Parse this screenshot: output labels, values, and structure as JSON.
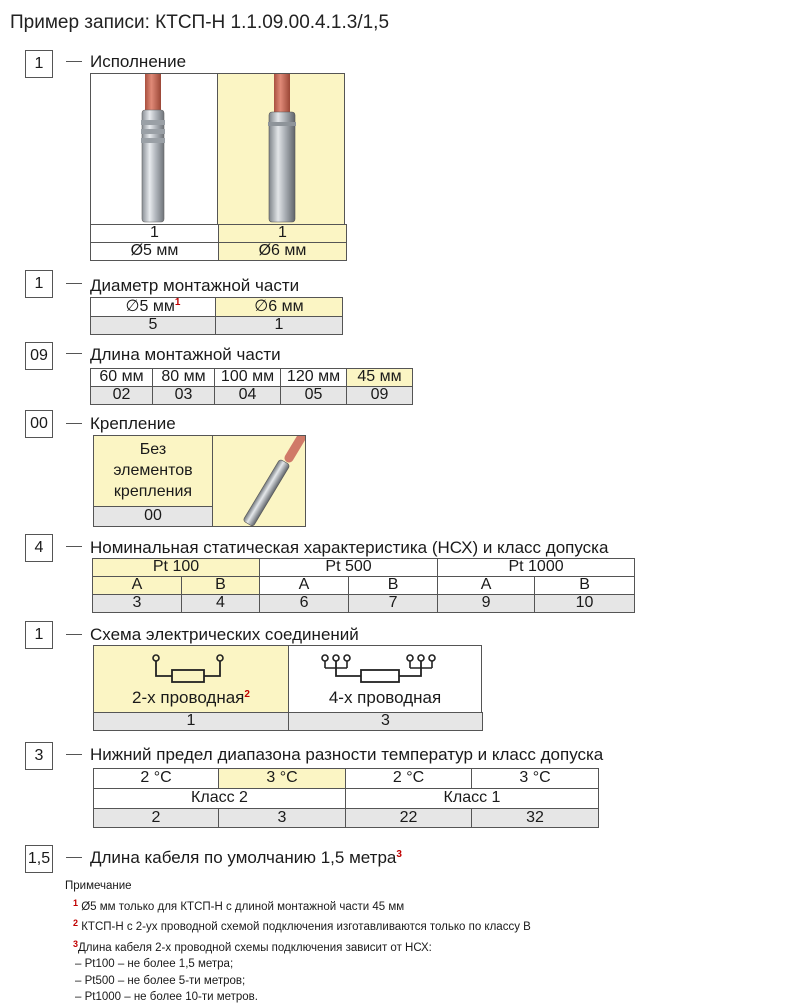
{
  "title": "Пример записи: КТСП-Н 1.1.09.00.4.1.3/1,5",
  "sections": {
    "ispolnenie": {
      "code": "1",
      "label": "Исполнение",
      "options": [
        {
          "code": "1",
          "name": "Ø5 мм"
        },
        {
          "code": "1",
          "name": "Ø6 мм"
        }
      ]
    },
    "diameter": {
      "code": "1",
      "label": "Диаметр монтажной части",
      "options": [
        {
          "name": "∅5 мм",
          "footnote": "1",
          "code": "5"
        },
        {
          "name": "∅6 мм",
          "code": "1"
        }
      ]
    },
    "length": {
      "code": "09",
      "label": "Длина монтажной части",
      "options": [
        {
          "name": "60 мм",
          "code": "02"
        },
        {
          "name": "80 мм",
          "code": "03"
        },
        {
          "name": "100 мм",
          "code": "04"
        },
        {
          "name": "120 мм",
          "code": "05"
        },
        {
          "name": "45 мм",
          "code": "09"
        }
      ]
    },
    "mounting": {
      "code": "00",
      "label": "Крепление",
      "option_line1": "Без",
      "option_line2": "элементов",
      "option_line3": "крепления",
      "option_code": "00"
    },
    "nsx": {
      "code": "4",
      "label": "Номинальная статическая характеристика (НСХ) и класс допуска",
      "groups": [
        "Pt 100",
        "Pt 500",
        "Pt 1000"
      ],
      "classes": [
        "A",
        "B",
        "A",
        "B",
        "A",
        "B"
      ],
      "codes": [
        "3",
        "4",
        "6",
        "7",
        "9",
        "10"
      ]
    },
    "scheme": {
      "code": "1",
      "label": "Схема электрических соединений",
      "options": [
        {
          "name": "2-х проводная",
          "footnote": "2",
          "code": "1"
        },
        {
          "name": "4-х проводная",
          "code": "3"
        }
      ]
    },
    "lower_limit": {
      "code": "3",
      "label": "Нижний предел диапазона разности температур и класс допуска",
      "temps": [
        "2 °C",
        "3 °C",
        "2 °C",
        "3 °C"
      ],
      "classes": [
        "Класс 2",
        "Класс 1"
      ],
      "codes": [
        "2",
        "3",
        "22",
        "32"
      ]
    },
    "cable": {
      "code": "1,5",
      "label": "Длина кабеля по умолчанию 1,5 метра",
      "footnote": "3"
    }
  },
  "notes": {
    "heading": "Примечание",
    "items": [
      {
        "mark": "1",
        "text": "Ø5 мм только для КТСП-Н с длиной монтажной части 45 мм"
      },
      {
        "mark": "2",
        "text": "КТСП-Н с 2-ух проводной схемой подключения изготавливаются только по классу В"
      },
      {
        "mark": "3",
        "text": "Длина кабеля 2-х проводной схемы подключения зависит от НСХ:"
      }
    ],
    "sub_items": [
      "– Pt100 – не более 1,5 метра;",
      "– Pt500 – не более 5-ти метров;",
      "– Pt1000 – не более 10-ти метров."
    ]
  },
  "colors": {
    "highlight": "#fbf5c4",
    "code_row": "#e6e6e6",
    "footnote_red": "#c00000",
    "cable_red": "#c8705f"
  }
}
